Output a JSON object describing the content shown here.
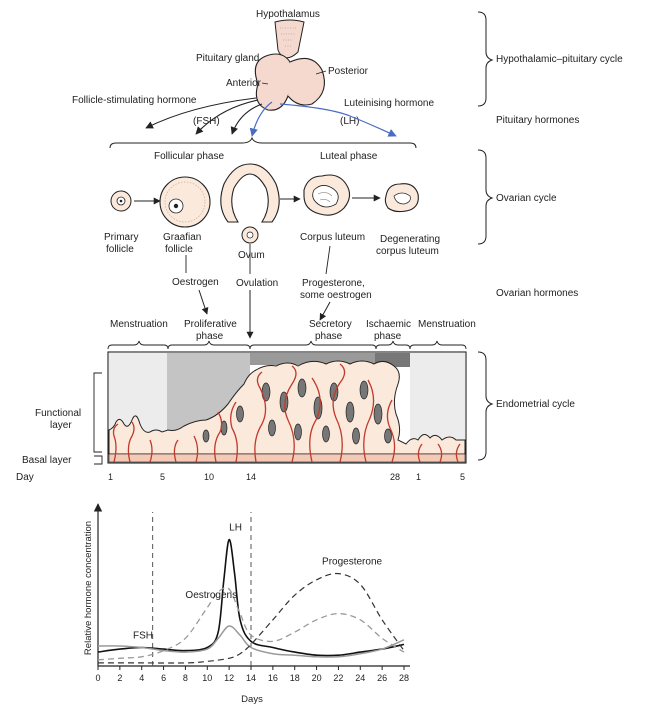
{
  "hypothalamus": {
    "title": "Hypothalamus",
    "pituitary_gland": "Pituitary gland",
    "anterior": "Anterior",
    "posterior": "Posterior",
    "fsh_long": "Follicle-stimulating hormone",
    "fsh_short": "(FSH)",
    "lh_long": "Luteinising hormone",
    "lh_short": "(LH)"
  },
  "phases_top": {
    "follicular": "Follicular phase",
    "luteal": "Luteal phase"
  },
  "ovary": {
    "primary": [
      "Primary",
      "follicle"
    ],
    "graafian": [
      "Graafian",
      "follicle"
    ],
    "ovum": "Ovum",
    "corpus_luteum": "Corpus luteum",
    "degenerating": [
      "Degenerating",
      "corpus luteum"
    ]
  },
  "ovarian_hormones": {
    "oestrogen": "Oestrogen",
    "ovulation": "Ovulation",
    "progesterone": [
      "Progesterone,",
      "some oestrogen"
    ]
  },
  "endometrium_phases": {
    "menstruation_1": "Menstruation",
    "proliferative": [
      "Proliferative",
      "phase"
    ],
    "secretory": [
      "Secretory",
      "phase"
    ],
    "ischaemic": [
      "Ischaemic",
      "phase"
    ],
    "menstruation_2": "Menstruation"
  },
  "layers": {
    "functional": [
      "Functional",
      "layer"
    ],
    "basal": "Basal layer"
  },
  "day_axis": {
    "label": "Day",
    "ticks": [
      "1",
      "5",
      "10",
      "14",
      "28",
      "1",
      "5"
    ]
  },
  "side_labels": {
    "hp_cycle": "Hypothalamic–pituitary cycle",
    "pituitary_hormones": "Pituitary hormones",
    "ovarian_cycle": "Ovarian cycle",
    "ovarian_hormones": "Ovarian hormones",
    "endometrial_cycle": "Endometrial cycle"
  },
  "colors": {
    "line": "#222222",
    "blue_arrow": "#4a6cc4",
    "gland_fill": "#f5d9cf",
    "follicle_fill": "#fbe9dc",
    "endo_pink": "#f7d9c8",
    "vessel": "#c0392b",
    "gray_light": "#ececec",
    "gray_mid": "#c4c4c4",
    "gray_dark": "#888888"
  },
  "chart_data": {
    "type": "line",
    "xlabel": "Days",
    "ylabel": "Relative hormone concentration",
    "xlim": [
      0,
      28
    ],
    "ylim": [
      0,
      100
    ],
    "x_ticks": [
      0,
      2,
      4,
      6,
      8,
      10,
      12,
      14,
      16,
      18,
      20,
      22,
      24,
      26,
      28
    ],
    "reference_lines_x": [
      5,
      14
    ],
    "series": [
      {
        "name": "LH",
        "style": "solid-black",
        "x": [
          0,
          2,
          4,
          6,
          8,
          10,
          11,
          11.5,
          12,
          12.5,
          13,
          14,
          16,
          18,
          20,
          22,
          24,
          26,
          28
        ],
        "y": [
          9,
          11,
          12,
          11,
          10,
          12,
          22,
          55,
          82,
          60,
          30,
          16,
          12,
          9,
          7,
          7,
          9,
          11,
          14
        ]
      },
      {
        "name": "FSH",
        "style": "solid-gray",
        "x": [
          0,
          2,
          4,
          6,
          8,
          10,
          11,
          12,
          13,
          14,
          16,
          18,
          20,
          22,
          24,
          26,
          28
        ],
        "y": [
          13,
          13,
          12,
          10,
          9,
          11,
          18,
          26,
          20,
          12,
          8,
          7,
          6,
          6,
          8,
          11,
          17
        ]
      },
      {
        "name": "Oestrogens",
        "style": "dashed-gray",
        "x": [
          0,
          2,
          4,
          6,
          8,
          10,
          11,
          12,
          13,
          14,
          16,
          18,
          20,
          22,
          24,
          26,
          28
        ],
        "y": [
          4,
          5,
          6,
          10,
          18,
          38,
          48,
          50,
          34,
          20,
          16,
          22,
          30,
          34,
          30,
          18,
          9
        ]
      },
      {
        "name": "Progesterone",
        "style": "dashed-black",
        "x": [
          0,
          4,
          8,
          10,
          12,
          13,
          14,
          16,
          18,
          20,
          22,
          24,
          26,
          28
        ],
        "y": [
          2,
          2,
          2,
          3,
          5,
          8,
          14,
          30,
          46,
          56,
          60,
          53,
          30,
          10
        ]
      }
    ],
    "annotations": [
      {
        "text": "LH",
        "x": 12,
        "y": 88
      },
      {
        "text": "Oestrogens",
        "x": 8,
        "y": 44
      },
      {
        "text": "FSH",
        "x": 3.2,
        "y": 18
      },
      {
        "text": "Progesterone",
        "x": 20.5,
        "y": 66
      }
    ]
  }
}
